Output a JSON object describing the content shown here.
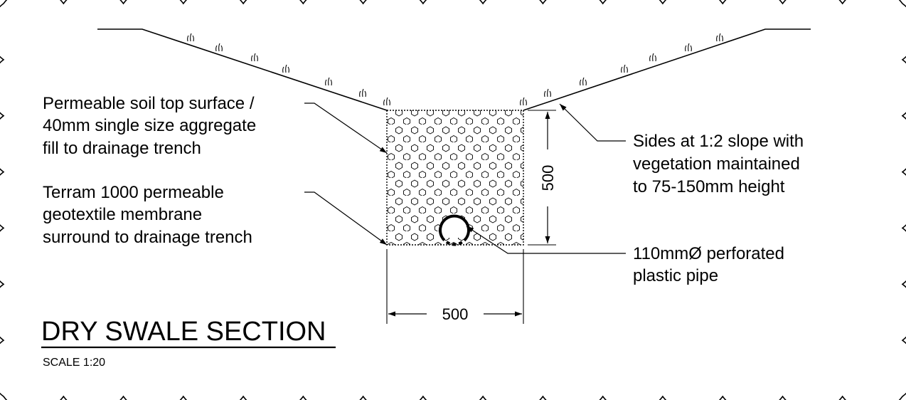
{
  "title": "DRY SWALE SECTION",
  "scale": "SCALE 1:20",
  "annotations": {
    "fill": {
      "line1": "Permeable soil top surface /",
      "line2": "40mm single size aggregate",
      "line3": "fill to drainage trench"
    },
    "membrane": {
      "line1": "Terram 1000 permeable",
      "line2": "geotextile membrane",
      "line3": "surround to drainage trench"
    },
    "slope": {
      "line1": "Sides at 1:2 slope with",
      "line2": "vegetation maintained",
      "line3": "to 75-150mm height"
    },
    "pipe": {
      "line1": "110mmØ perforated",
      "line2": "plastic pipe"
    }
  },
  "dimensions": {
    "height": "500",
    "width": "500"
  }
}
